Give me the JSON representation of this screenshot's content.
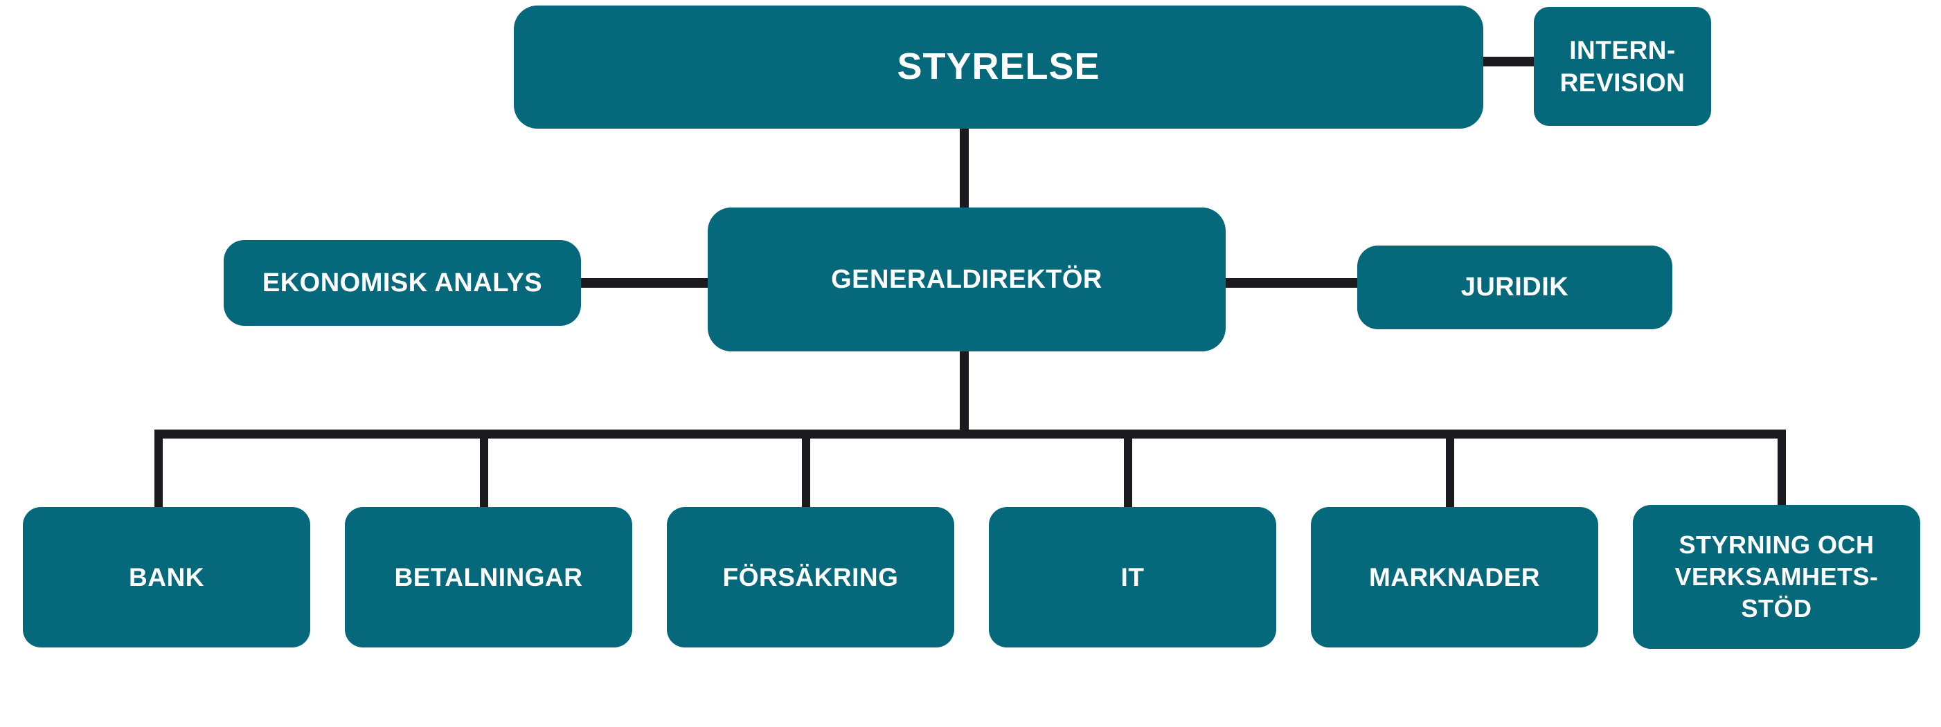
{
  "theme": {
    "box_color": "#06687b",
    "line_color": "#1c1a1f",
    "text_color": "#ffffff",
    "background": "#ffffff"
  },
  "chart": {
    "type": "organizational-chart",
    "title_node": "STYRELSE"
  },
  "nodes": {
    "board": {
      "label": "STYRELSE"
    },
    "internal_audit": {
      "label": "INTERN-\nREVISION"
    },
    "director_general": {
      "label": "GENERALDIREKTÖR"
    },
    "economic_analysis": {
      "label": "EKONOMISK ANALYS"
    },
    "legal": {
      "label": "JURIDIK"
    }
  },
  "departments": [
    {
      "label": "BANK"
    },
    {
      "label": "BETALNINGAR"
    },
    {
      "label": "FÖRSÄKRING"
    },
    {
      "label": "IT"
    },
    {
      "label": "MARKNADER"
    },
    {
      "label": "STYRNING OCH\nVERKSAMHETS-\nSTÖD"
    }
  ]
}
